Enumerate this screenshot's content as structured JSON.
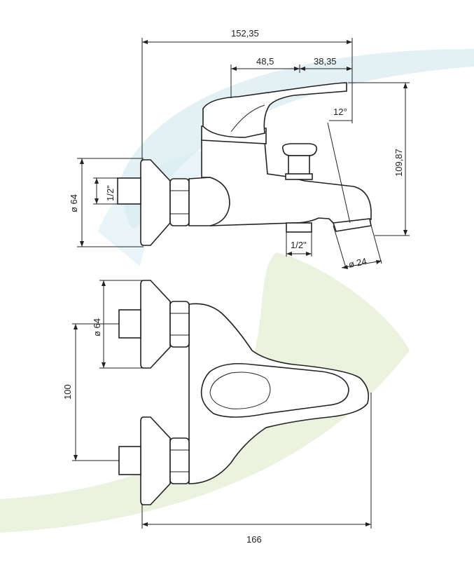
{
  "colors": {
    "background": "#ffffff",
    "swoosh_blue": "#d9ecf2",
    "swoosh_green": "#e8f1d8",
    "stroke": "#222222"
  },
  "dimensions": {
    "overall_width_top": "152,35",
    "handle_left": "48,5",
    "handle_right": "38,35",
    "angle": "12°",
    "height": "109,87",
    "inlet_diameter_top": "ø 64",
    "inlet_thread_top": "1/2\"",
    "outlet_thread": "1/2\"",
    "spout_diameter": "ø 24",
    "inlet_diameter_bottom": "ø 64",
    "center_distance": "100",
    "overall_width_bottom": "166"
  }
}
